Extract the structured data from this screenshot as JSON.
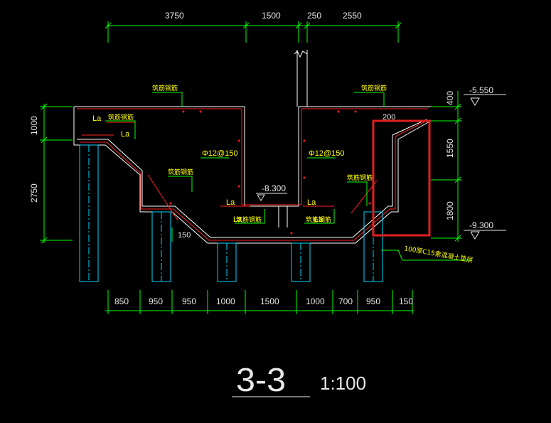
{
  "colors": {
    "background": "#000000",
    "dimension": "#00ff00",
    "concrete": "#ffffff",
    "rebar": "#ff2020",
    "text": "#e8e8e8",
    "annotation": "#ffff00",
    "pile": "#00d8ff",
    "highlight": "#e02020"
  },
  "top_dimensions": [
    "3750",
    "1500",
    "250",
    "2550"
  ],
  "bottom_dimensions": [
    "850",
    "950",
    "950",
    "1000",
    "1500",
    "1000",
    "700",
    "950",
    "150"
  ],
  "left_dimensions": [
    "1000",
    "2750"
  ],
  "right_dimensions": [
    "400",
    "1550",
    "1800"
  ],
  "elevations": {
    "top_right": "-5.550",
    "bottom_right": "-9.300",
    "middle": "-8.300"
  },
  "labels": {
    "top_left_rebar": "筑筋钢筋",
    "top_right_rebar": "筑筋钢筋",
    "left_upper_rebar": "筑筋钢筋",
    "left_slope_rebar": "筑筋钢筋",
    "right_slope_rebar": "筑筋钢筋",
    "center_rebar": "筑筋钢筋",
    "center_right_rebar": "筑筋钢筋",
    "bar_spec_left": "Φ12@150",
    "bar_spec_right": "Φ12@150",
    "la_1": "La",
    "la_2": "La",
    "la_3": "La",
    "la_4": "La",
    "la_5": "La",
    "la_6": "La",
    "dim_150": "150",
    "dim_200": "200",
    "bedding_note": "100厚C15素混凝土垫层"
  },
  "section_title": "3-3",
  "scale": "1:100"
}
